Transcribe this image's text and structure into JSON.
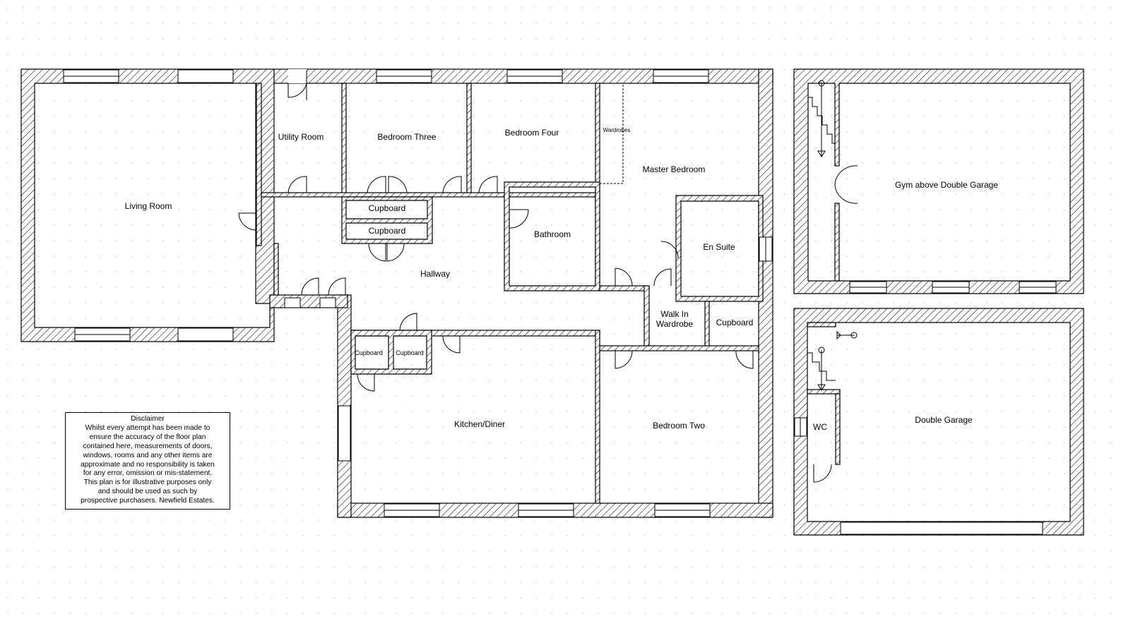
{
  "main_rooms": {
    "living_room": "Living Room",
    "utility_room": "Utility Room",
    "bedroom_three": "Bedroom Three",
    "bedroom_four": "Bedroom Four",
    "wardrobes": "Wardrobes",
    "master_bedroom": "Master Bedroom",
    "cupboard_upper": "Cupboard",
    "cupboard_lower": "Cupboard",
    "bathroom": "Bathroom",
    "en_suite": "En Suite",
    "hallway": "Hallway",
    "walk_in_wardrobe_line1": "Walk In",
    "walk_in_wardrobe_line2": "Wardrobe",
    "cupboard_east": "Cupboard",
    "cupboard_small_1": "Cupboard",
    "cupboard_small_2": "Cupboard",
    "kitchen_diner": "Kitchen/Diner",
    "bedroom_two": "Bedroom Two"
  },
  "annex": {
    "gym": "Gym above Double Garage",
    "double_garage": "Double Garage",
    "wc": "WC"
  },
  "disclaimer": {
    "title": "Disclaimer",
    "lines": [
      "Whilst every attempt has been made to",
      "ensure the accuracy of the floor plan",
      "contained here, measurements of doors,",
      "windows, rooms and any other items are",
      "approximate and no responsibility is taken",
      "for any error, omission or mis-statement.",
      "This plan is for illustrative purposes only",
      "and should be used as such by",
      "prospective purchasers. Newfield Estates."
    ]
  }
}
